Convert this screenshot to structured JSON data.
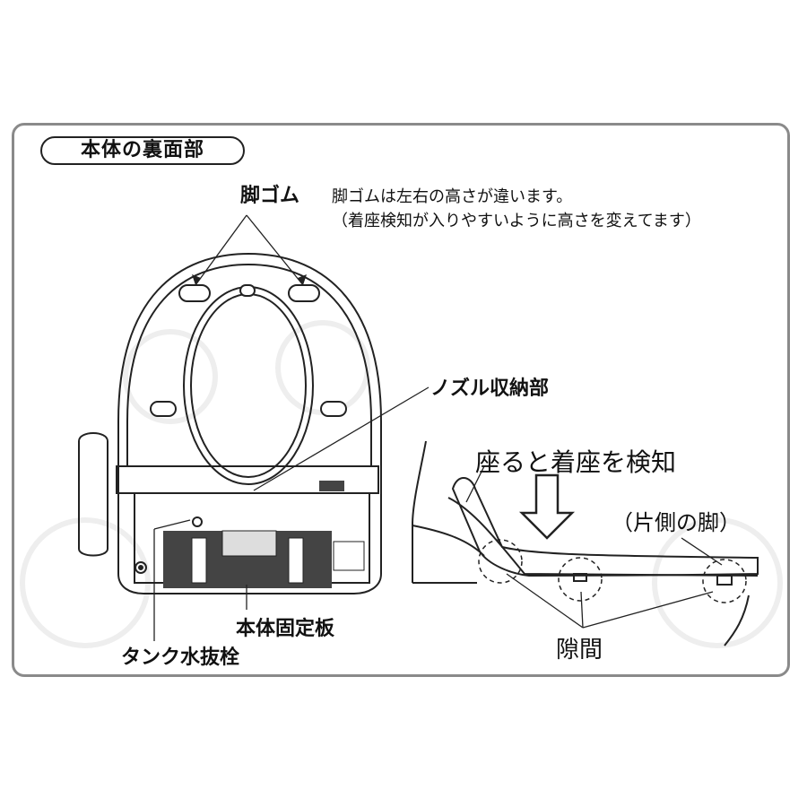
{
  "section_title": "本体の裏面部",
  "labels": {
    "foot_rubber": "脚ゴム",
    "note_line1": "脚ゴムは左右の高さが違います。",
    "note_line2": "（着座検知が入りやすいように高さを変えてます）",
    "nozzle_storage": "ノズル収納部",
    "seated_detect": "座ると着座を検知",
    "one_side_foot": "（片側の脚）",
    "gap": "隙間",
    "body_fixing_plate": "本体固定板",
    "tank_drain_plug": "タンク水抜栓"
  },
  "colors": {
    "frame": "#8a8a8a",
    "ink": "#111111",
    "fill_dark": "#444444",
    "watermark": "#eeeeee"
  }
}
